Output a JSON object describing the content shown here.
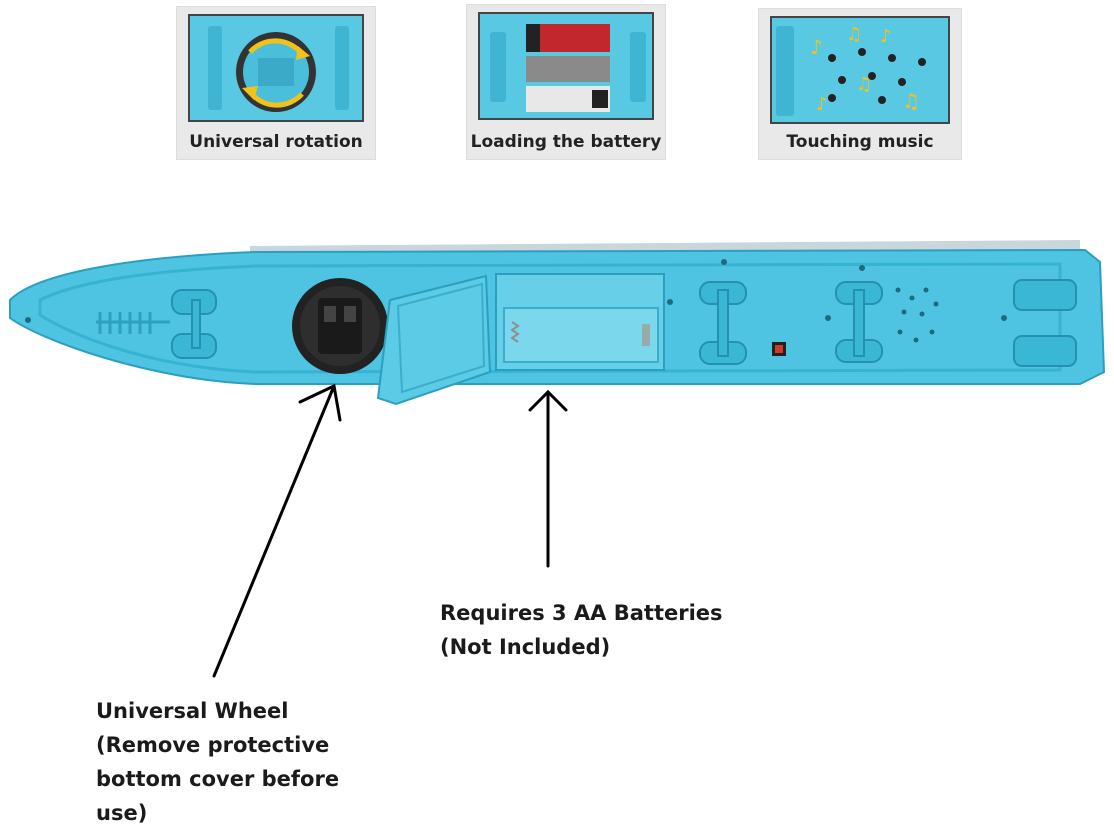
{
  "thumbnails": [
    {
      "caption": "Universal rotation",
      "icon": "rotation-icon"
    },
    {
      "caption": "Loading the battery",
      "icon": "battery-icon"
    },
    {
      "caption": "Touching music",
      "icon": "music-note-icon"
    }
  ],
  "annotations": {
    "batteries": {
      "line1": "Requires 3 AA Batteries",
      "line2": "(Not Included)"
    },
    "wheel": {
      "line1": "Universal Wheel",
      "line2": "(Remove protective",
      "line3": "bottom cover before",
      "line4": "use)"
    }
  },
  "colors": {
    "toy_body": "#4ec4e2",
    "toy_dark": "#2a9fc0",
    "thumb_bg": "#e9e9e9",
    "arrow": "#000000"
  }
}
